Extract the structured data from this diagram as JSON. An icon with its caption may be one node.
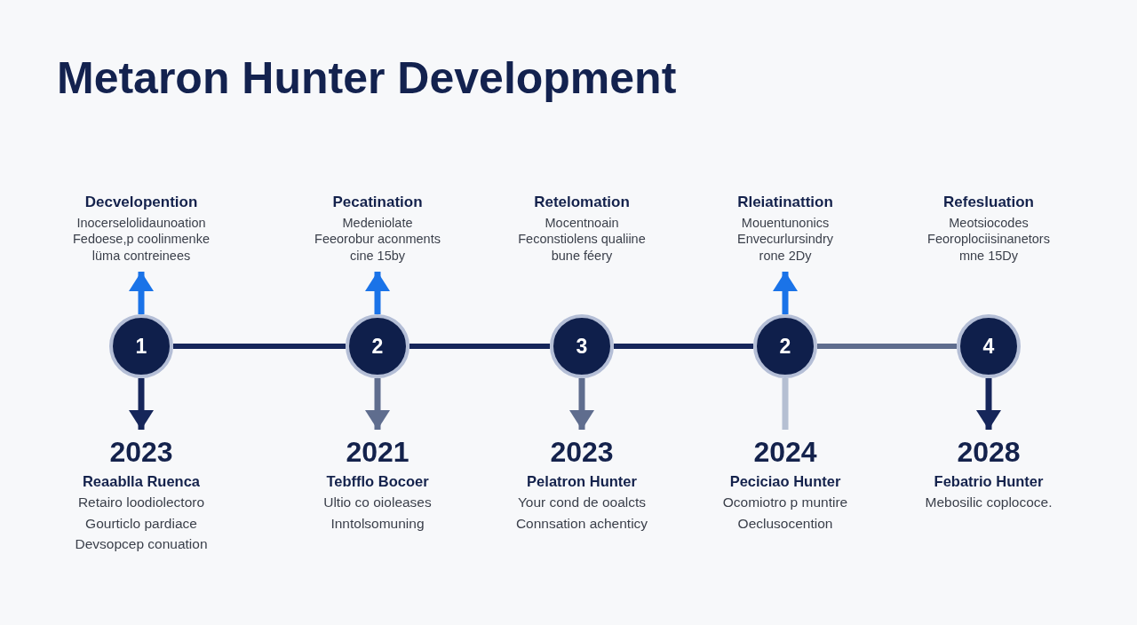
{
  "diagram": {
    "title": "Metaron Hunter Development",
    "nodes": [
      {
        "text": [
          "Decvelopention",
          "Inocerselolidaunoation Fedoese,p coolinmenke lüma contreinees"
        ]
      },
      {
        "text": [
          "Pecatination",
          "Medeniolate Feeorobur aconments cine 15by"
        ]
      },
      {
        "text": [
          "Rleiatinattion",
          "Mouentunonics Envecurlursindry rone 2Dy"
        ]
      },
      {
        "text": [
          "1"
        ]
      },
      {
        "text": [
          "2"
        ]
      },
      {
        "text": [
          "3"
        ]
      },
      {
        "text": [
          "2"
        ]
      },
      {
        "text": [
          "4"
        ]
      },
      {
        "text": [
          "2023",
          "Reaablla Ruenca",
          "Retairo loodiolectoro Gourticlo pardiace Devsopcep conuation"
        ]
      },
      {
        "text": [
          "2021",
          "Tebfflo Bocoer",
          "Ultio co oioleases Inntolsomuning"
        ]
      },
      {
        "text": [
          "2023",
          "Pelatron Hunter",
          "Your cond de ooalcts Connsation achenticy"
        ]
      },
      {
        "text": [
          "2024",
          "Peciciao Hunter",
          "Ocomiotro p muntire Oeclusocention"
        ]
      },
      {
        "text": [
          "2028",
          "Febatrio Hunter",
          "Mebosilic coplococe."
        ]
      }
    ],
    "edges": [
      {
        "from": 3,
        "to": 0,
        "arrow": "to",
        "color": "#1a73e8"
      },
      {
        "from": 3,
        "to": 8,
        "arrow": "to"
      },
      {
        "from": 3,
        "to": 4,
        "arrow": "none"
      },
      {
        "from": 4,
        "to": 1,
        "arrow": "to",
        "color": "#1a73e8"
      },
      {
        "from": 4,
        "to": 9,
        "arrow": "to",
        "color": "#5f6d8e"
      },
      {
        "from": 4,
        "to": 5,
        "arrow": "none"
      },
      {
        "from": 5,
        "to": 10,
        "arrow": "to",
        "color": "#5f6d8e"
      },
      {
        "from": 5,
        "to": 6,
        "arrow": "none"
      },
      {
        "from": 6,
        "to": 2,
        "arrow": "to",
        "color": "#1a73e8"
      },
      {
        "from": 6,
        "to": 11,
        "arrow": "none",
        "color": "#b5bfd2"
      },
      {
        "from": 6,
        "to": 7,
        "arrow": "none",
        "color": "#5f6d8e"
      },
      {
        "from": 7,
        "to": 12,
        "arrow": "to"
      }
    ],
    "labels": [
      "Retelomation",
      "Mocentnoain Feconstiolens qualiine bune féery",
      "Refesluation",
      "Meotsiocodes Feoroplociisinanetors mne 15Dy"
    ]
  }
}
